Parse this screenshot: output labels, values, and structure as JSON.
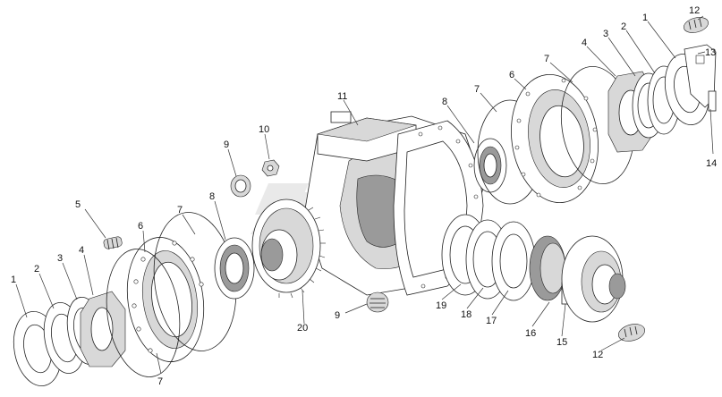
{
  "callouts": {
    "c1_left": "1",
    "c2_left": "2",
    "c3_left": "3",
    "c4_left": "4",
    "c5": "5",
    "c6_left": "6",
    "c7_left_top": "7",
    "c7_left_bottom": "7",
    "c8_left": "8",
    "c9_top": "9",
    "c10": "10",
    "c11": "11",
    "c9_bottom": "9",
    "c20": "20",
    "c19": "19",
    "c18": "18",
    "c17": "17",
    "c16": "16",
    "c15": "15",
    "c12_bottom": "12",
    "c8_right": "8",
    "c7_right_mid": "7",
    "c6_right": "6",
    "c7_right_top": "7",
    "c4_right": "4",
    "c3_right": "3",
    "c2_right": "2",
    "c1_right": "1",
    "c12_top": "12",
    "c13": "13",
    "c14": "14"
  }
}
